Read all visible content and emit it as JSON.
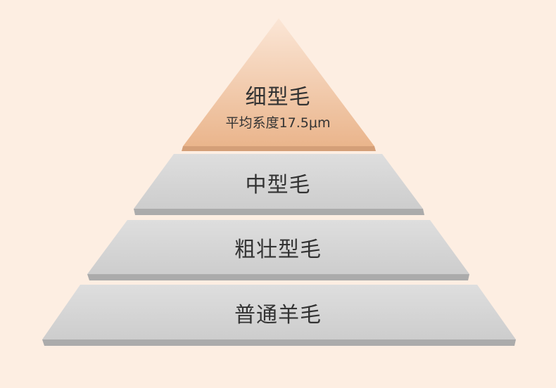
{
  "pyramid": {
    "top": {
      "name": "细型毛",
      "detail": "平均系度17.5μm"
    },
    "middle": {
      "name": "中型毛"
    },
    "coarse": {
      "name": "粗壮型毛"
    },
    "base": {
      "name": "普通羊毛"
    }
  },
  "colors": {
    "background": "#fdeee2",
    "top_tier": "#eec29b",
    "top_tier_edge": "#d8a37b",
    "grey_tier": "#d5d5d5",
    "grey_tier_edge": "#a9a9a9",
    "text": "#333333"
  }
}
